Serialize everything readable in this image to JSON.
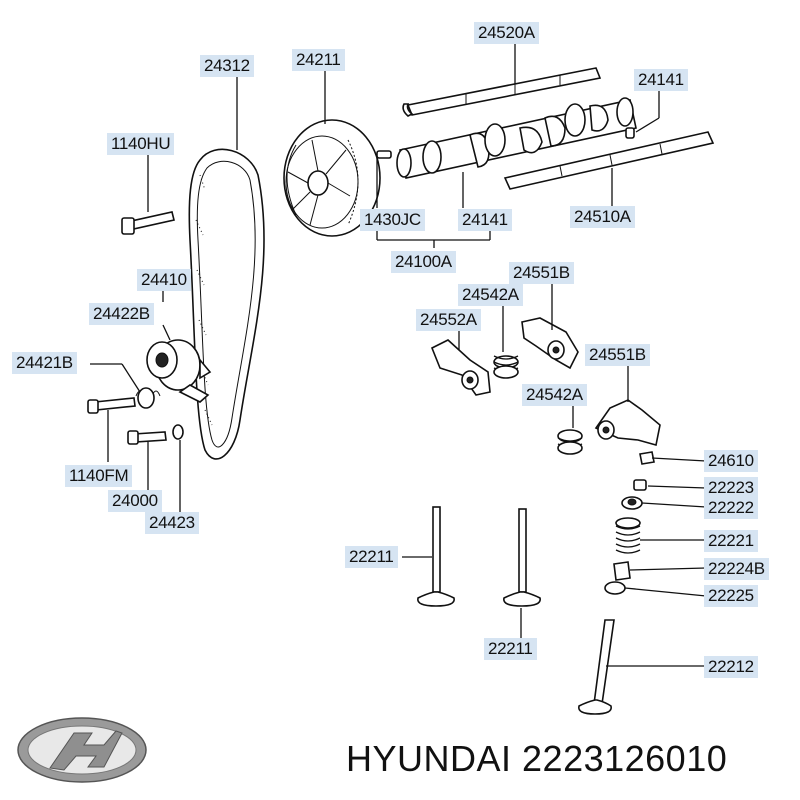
{
  "labels": {
    "l24520A": "24520A",
    "l24312": "24312",
    "l24211": "24211",
    "l24141_top": "24141",
    "l1140HU": "1140HU",
    "l1430JC": "1430JC",
    "l24141_mid": "24141",
    "l24510A": "24510A",
    "l24100A": "24100A",
    "l24410": "24410",
    "l24551B_top": "24551B",
    "l24542A_top": "24542A",
    "l24422B": "24422B",
    "l24552A": "24552A",
    "l24421B": "24421B",
    "l24551B_right": "24551B",
    "l24542A_mid": "24542A",
    "l24610": "24610",
    "l1140FM": "1140FM",
    "l22223": "22223",
    "l24000": "24000",
    "l22222": "22222",
    "l24423": "24423",
    "l22221": "22221",
    "l22211_left": "22211",
    "l22224B": "22224B",
    "l22225": "22225",
    "l22211_bottom": "22211",
    "l22212": "22212"
  },
  "brand": {
    "logo_icon": "hyundai-logo",
    "text": "HYUNDAI 2223126010"
  },
  "colors": {
    "label_bg": "#d6e4f2",
    "line": "#111111"
  }
}
